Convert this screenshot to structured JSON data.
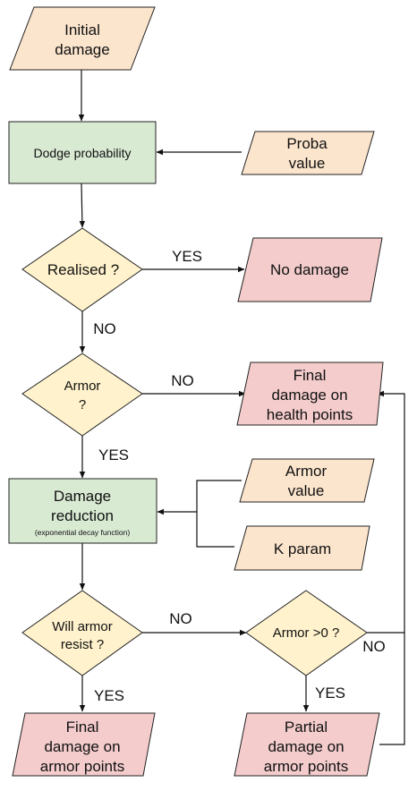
{
  "nodes": {
    "initial_damage": [
      "Initial",
      "damage"
    ],
    "dodge_probability": [
      "Dodge probability"
    ],
    "proba_value": [
      "Proba",
      "value"
    ],
    "realised": [
      "Realised ?"
    ],
    "no_damage": [
      "No damage"
    ],
    "armor_check": [
      "Armor",
      "?"
    ],
    "final_damage_health": [
      "Final",
      "damage on",
      "health points"
    ],
    "armor_value": [
      "Armor",
      "value"
    ],
    "damage_reduction": [
      "Damage",
      "reduction"
    ],
    "damage_reduction_note": "(exponential decay function)",
    "k_param": [
      "K param"
    ],
    "will_armor_resist": [
      "Will armor",
      "resist ?"
    ],
    "armor_positive": [
      "Armor >0 ?"
    ],
    "final_damage_armor": [
      "Final",
      "damage on",
      "armor points"
    ],
    "partial_damage_armor": [
      "Partial",
      "damage on",
      "armor points"
    ]
  },
  "edge_labels": {
    "realised_yes": "YES",
    "realised_no": "NO",
    "armor_no": "NO",
    "armor_yes": "YES",
    "resist_no": "NO",
    "resist_yes": "YES",
    "armor_positive_no": "NO",
    "armor_positive_yes": "YES"
  },
  "colors": {
    "decision": "#fff2cc",
    "process": "#d9ead3",
    "input": "#fce5cd",
    "output": "#f4cccc"
  }
}
